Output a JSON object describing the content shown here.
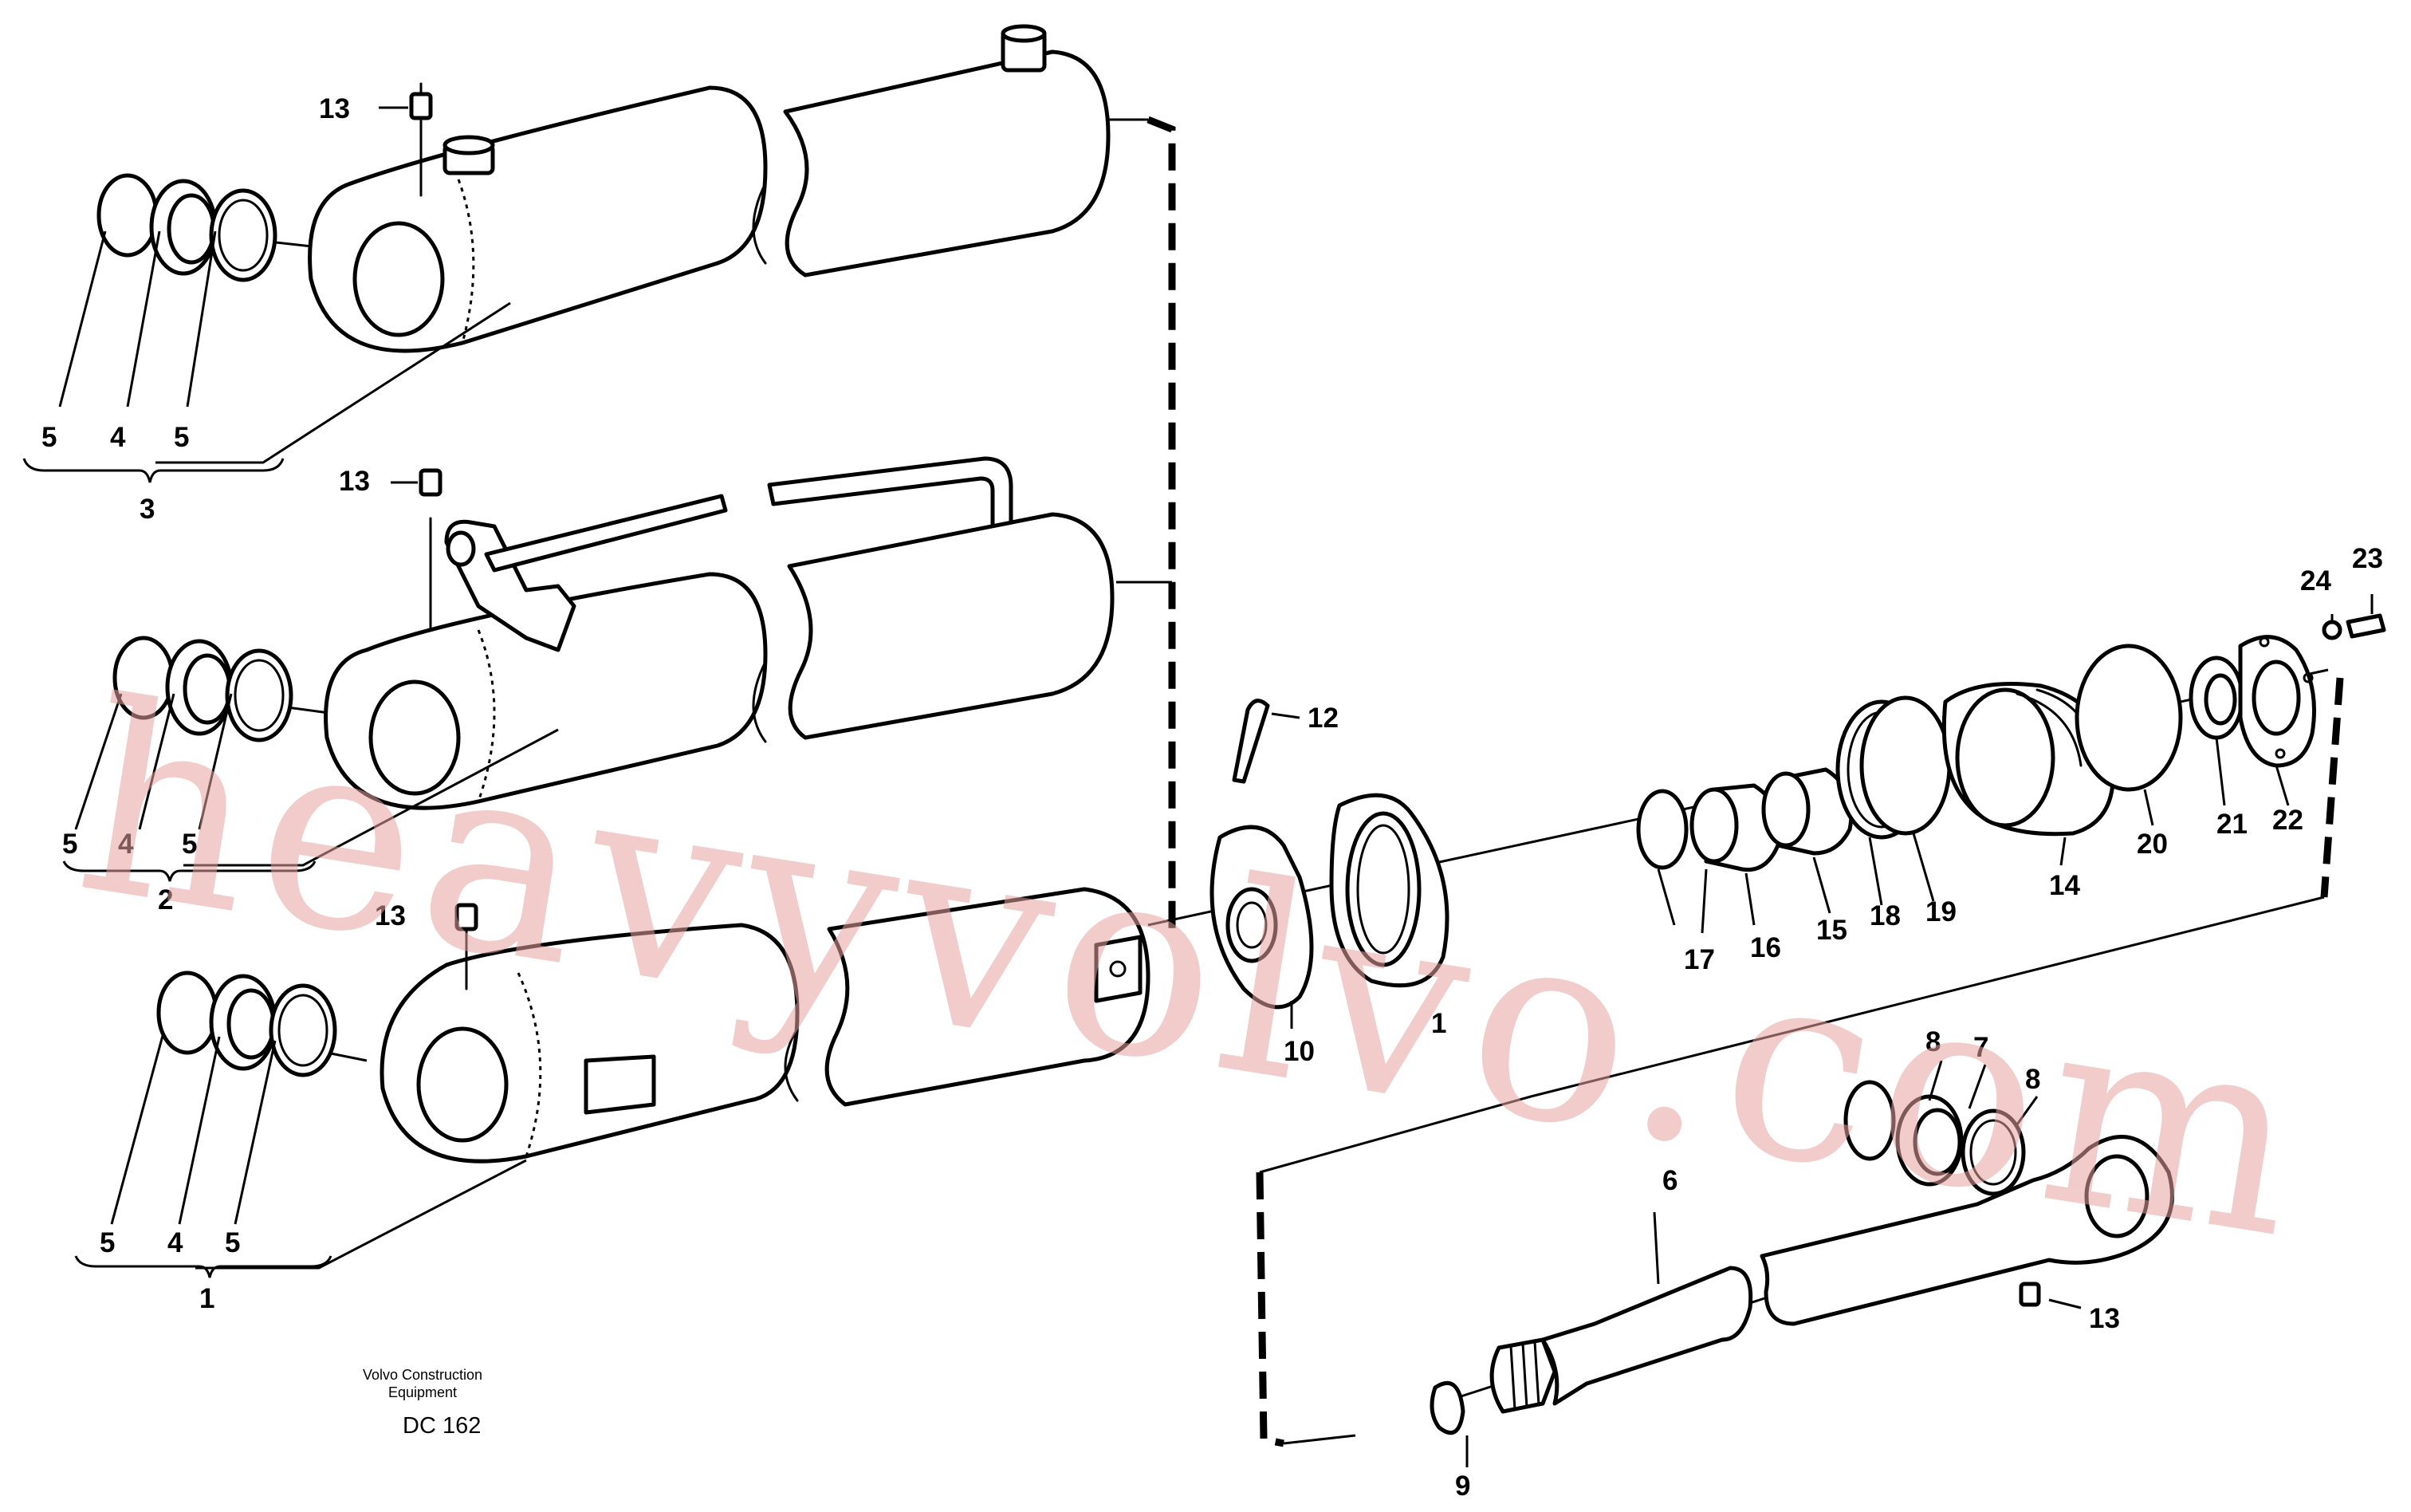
{
  "diagram": {
    "callouts": [
      {
        "id": "c3-13",
        "text": "13"
      },
      {
        "id": "c3-5a",
        "text": "5"
      },
      {
        "id": "c3-4",
        "text": "4"
      },
      {
        "id": "c3-5b",
        "text": "5"
      },
      {
        "id": "c3-3",
        "text": "3"
      },
      {
        "id": "c2-13",
        "text": "13"
      },
      {
        "id": "c2-5a",
        "text": "5"
      },
      {
        "id": "c2-4",
        "text": "4"
      },
      {
        "id": "c2-5b",
        "text": "5"
      },
      {
        "id": "c2-2",
        "text": "2"
      },
      {
        "id": "c1-13",
        "text": "13"
      },
      {
        "id": "c1-5a",
        "text": "5"
      },
      {
        "id": "c1-4",
        "text": "4"
      },
      {
        "id": "c1-5b",
        "text": "5"
      },
      {
        "id": "c1-1",
        "text": "1"
      },
      {
        "id": "p12",
        "text": "12"
      },
      {
        "id": "p10",
        "text": "10"
      },
      {
        "id": "p1",
        "text": "1"
      },
      {
        "id": "p17",
        "text": "17"
      },
      {
        "id": "p16",
        "text": "16"
      },
      {
        "id": "p15",
        "text": "15"
      },
      {
        "id": "p18",
        "text": "18"
      },
      {
        "id": "p19",
        "text": "19"
      },
      {
        "id": "p14",
        "text": "14"
      },
      {
        "id": "p20",
        "text": "20"
      },
      {
        "id": "p21",
        "text": "21"
      },
      {
        "id": "p22",
        "text": "22"
      },
      {
        "id": "p24",
        "text": "24"
      },
      {
        "id": "p23",
        "text": "23"
      },
      {
        "id": "p6",
        "text": "6"
      },
      {
        "id": "p8a",
        "text": "8"
      },
      {
        "id": "p7",
        "text": "7"
      },
      {
        "id": "p8b",
        "text": "8"
      },
      {
        "id": "p9",
        "text": "9"
      },
      {
        "id": "p13r",
        "text": "13"
      }
    ],
    "manufacturer": "Volvo Construction\nEquipment",
    "manufacturer_line1": "Volvo Construction",
    "manufacturer_line2": "Equipment",
    "drawing_code": "DC 162"
  },
  "watermark": {
    "text": "heavyvolvo.com",
    "color": "#e8a0a0"
  }
}
